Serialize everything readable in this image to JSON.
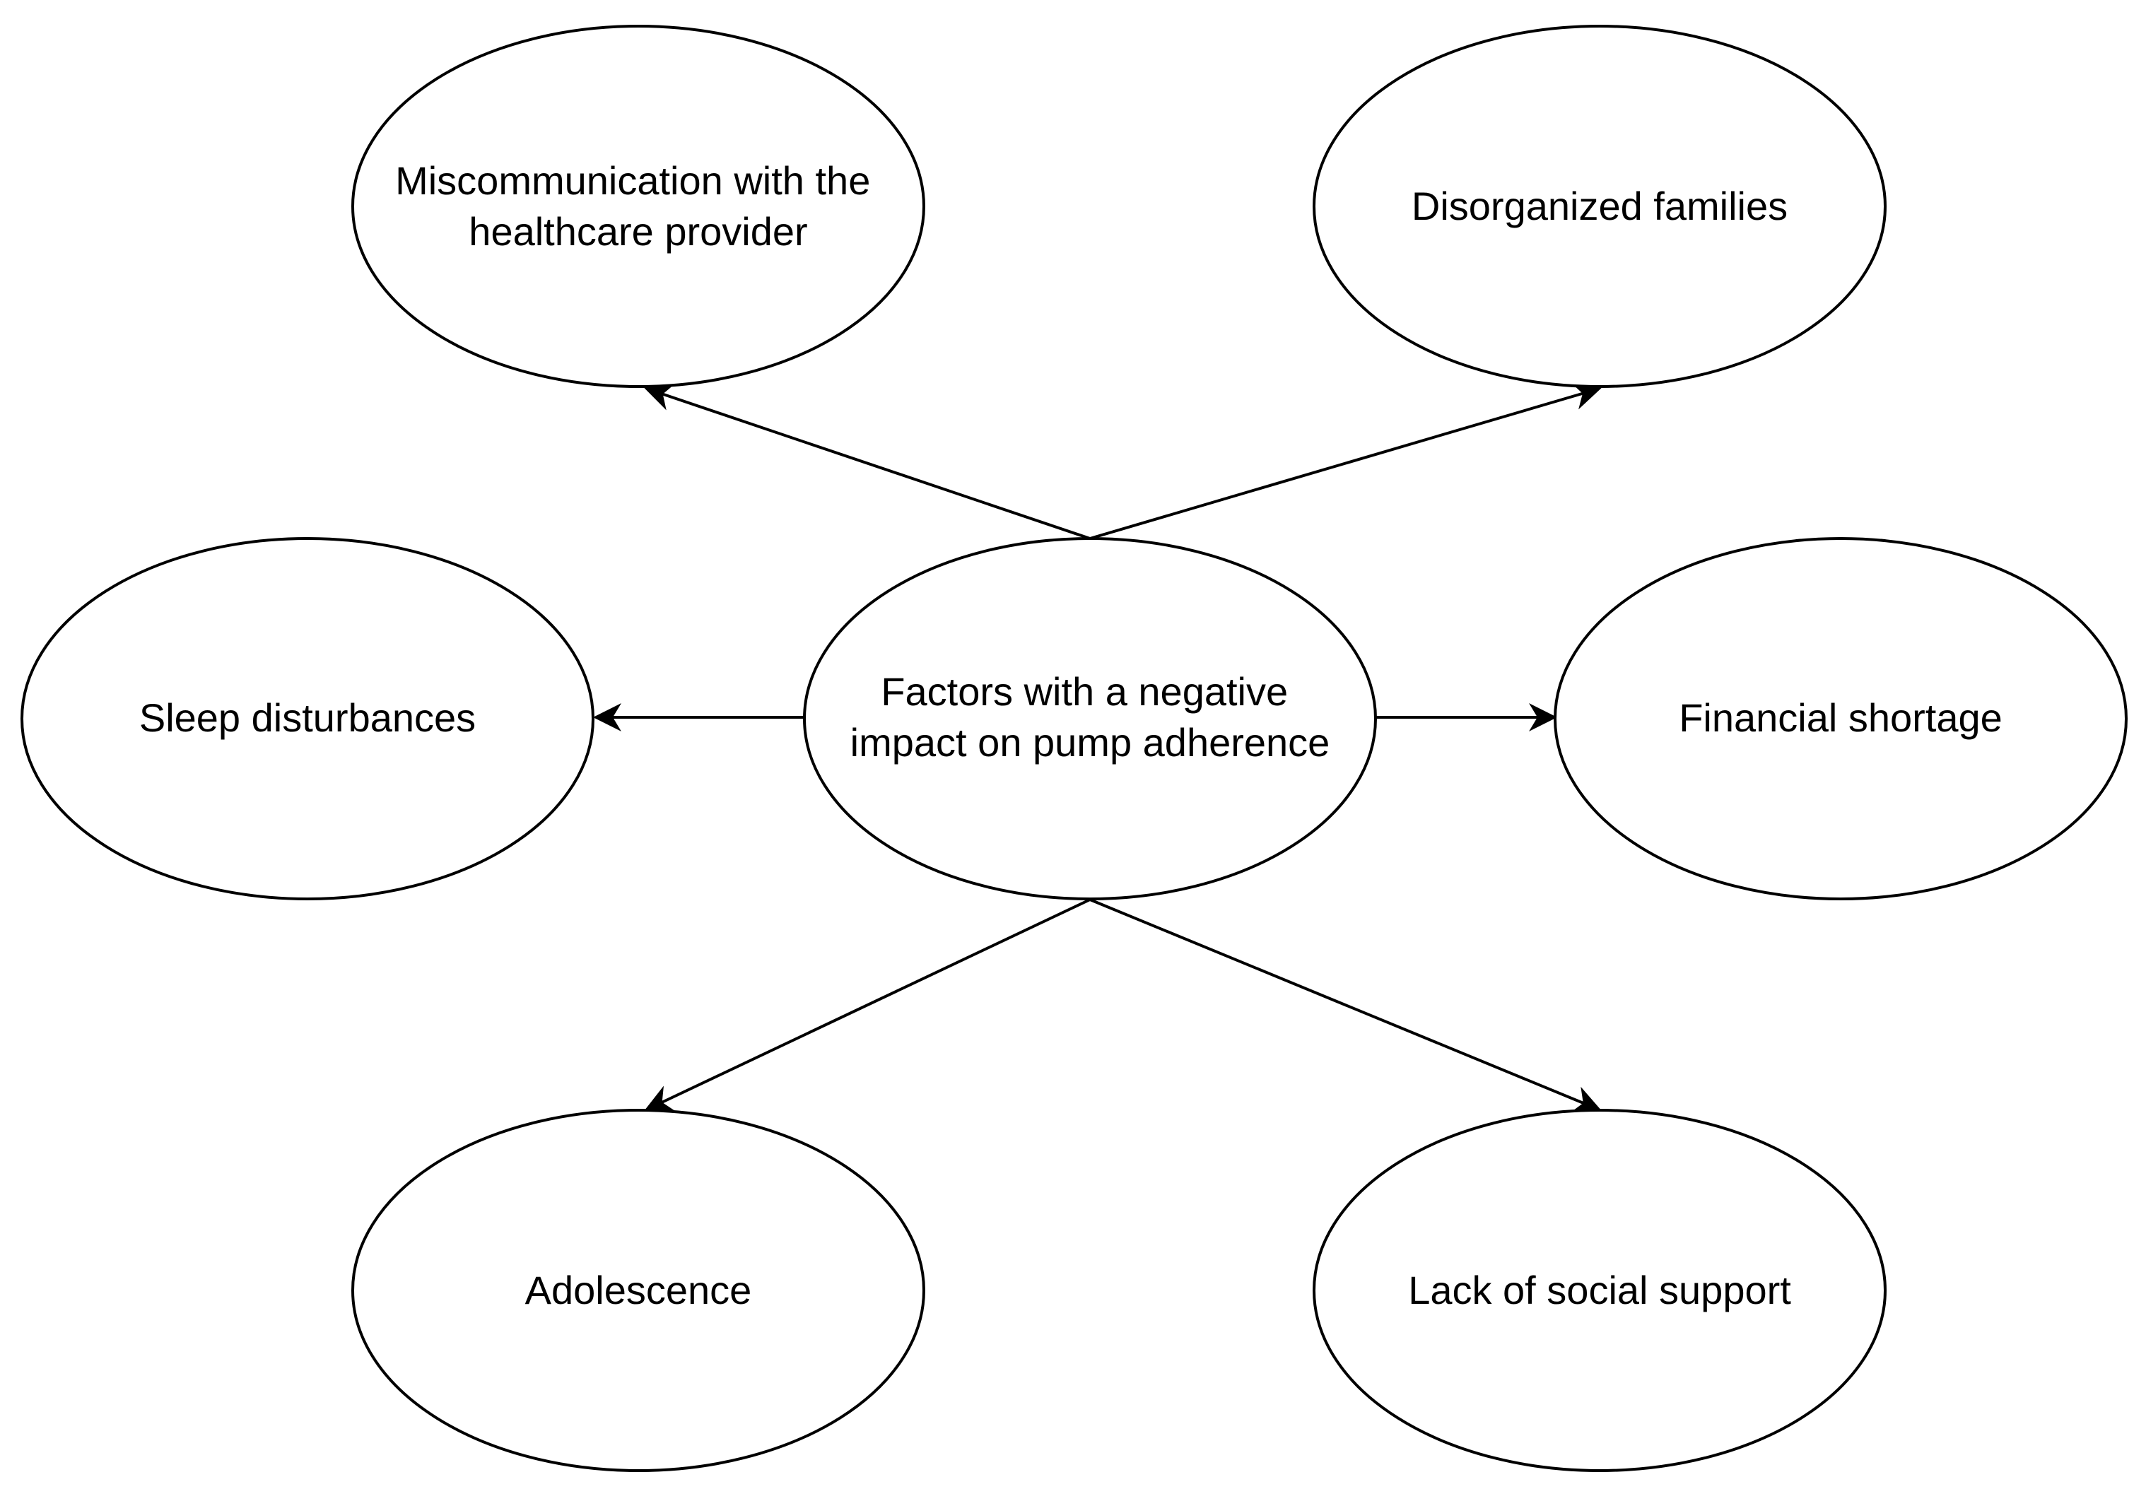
{
  "diagram": {
    "center": {
      "lines": [
        "Factors with a negative",
        "impact on pump adherence"
      ]
    },
    "nodes": [
      {
        "id": "miscommunication",
        "lines": [
          "Miscommunication with the",
          "healthcare provider"
        ]
      },
      {
        "id": "disorganized-families",
        "lines": [
          "Disorganized families"
        ]
      },
      {
        "id": "sleep-disturbances",
        "lines": [
          "Sleep disturbances"
        ]
      },
      {
        "id": "financial-shortage",
        "lines": [
          "Financial shortage"
        ]
      },
      {
        "id": "adolescence",
        "lines": [
          "Adolescence"
        ]
      },
      {
        "id": "lack-of-social-support",
        "lines": [
          "Lack of social support"
        ]
      }
    ],
    "edges": [
      {
        "from": "center",
        "to": "miscommunication"
      },
      {
        "from": "center",
        "to": "disorganized-families"
      },
      {
        "from": "center",
        "to": "sleep-disturbances"
      },
      {
        "from": "center",
        "to": "financial-shortage"
      },
      {
        "from": "center",
        "to": "adolescence"
      },
      {
        "from": "center",
        "to": "lack-of-social-support"
      }
    ],
    "colors": {
      "stroke": "#000000",
      "fill": "#ffffff",
      "text": "#000000"
    }
  }
}
